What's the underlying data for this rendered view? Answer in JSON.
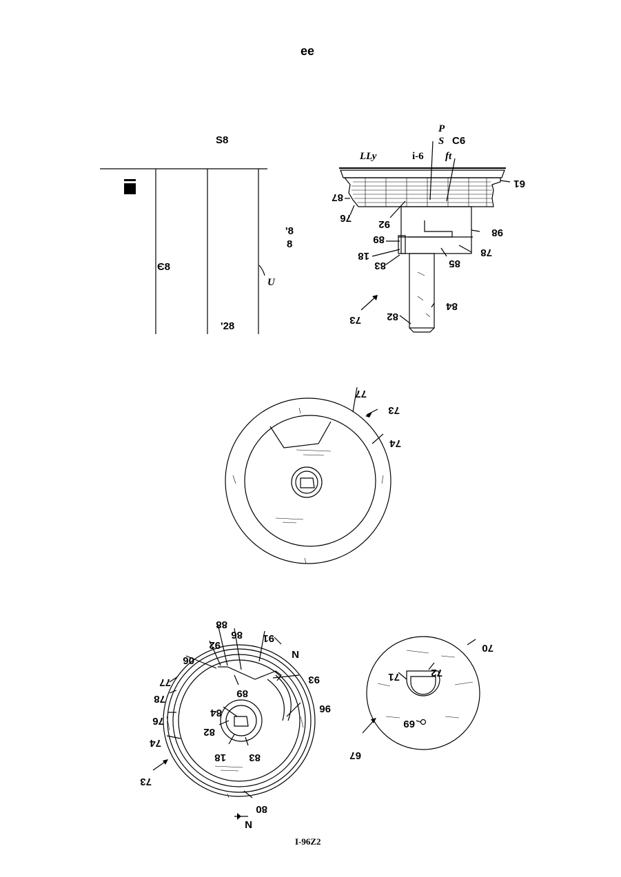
{
  "header": {
    "text": "ee"
  },
  "footer": {
    "text": "I-96Z2"
  },
  "fig_left": {
    "labels": [
      "S8",
      "'8",
      "8",
      "Є8",
      "U",
      "'28"
    ]
  },
  "fig_side": {
    "top_labels": [
      "P",
      "S",
      "C6",
      "LLy",
      "i-6",
      "ft"
    ],
    "labels": [
      "61",
      "87",
      "76",
      "92",
      "98",
      "89",
      "18",
      "83",
      "85",
      "78",
      "84",
      "82",
      "73"
    ]
  },
  "fig_mid": {
    "labels": [
      "77",
      "73",
      "74"
    ]
  },
  "fig_bottom_left": {
    "labels": [
      "88",
      "86",
      "92",
      "91",
      "N",
      "06",
      "89",
      "93",
      "77",
      "78",
      "96",
      "84",
      "76",
      "82",
      "74",
      "18",
      "83",
      "73",
      "80",
      "N"
    ]
  },
  "fig_bottom_right": {
    "labels": [
      "70",
      "72",
      "71",
      "69",
      "67"
    ]
  }
}
